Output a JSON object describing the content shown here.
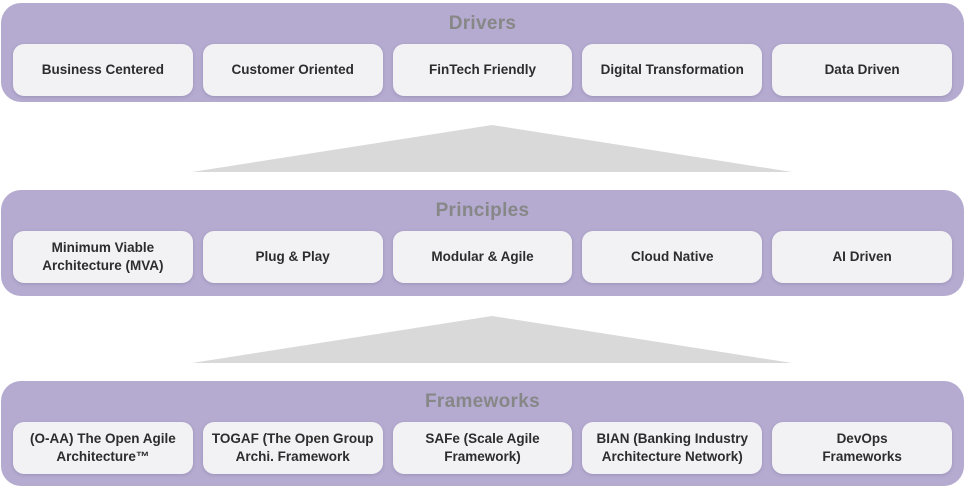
{
  "diagram": {
    "colors": {
      "page_background": "#ffffff",
      "band_background": "#b5abd0",
      "band_title_text": "#878787",
      "chip_background": "#f2f1f4",
      "chip_text": "#2d2d2d",
      "arrow_fill": "#d9d9d9"
    },
    "bands": [
      {
        "title": "Drivers",
        "items": [
          "Business Centered",
          "Customer Oriented",
          "FinTech Friendly",
          "Digital Transformation",
          "Data Driven"
        ]
      },
      {
        "title": "Principles",
        "items": [
          "Minimum Viable Architecture (MVA)",
          "Plug & Play",
          "Modular & Agile",
          "Cloud Native",
          "AI Driven"
        ]
      },
      {
        "title": "Frameworks",
        "items": [
          "(O-AA) The Open Agile Architecture™",
          "TOGAF (The Open Group Archi. Framework",
          "SAFe (Scale Agile Framework)",
          "BIAN (Banking Industry Architecture Network)",
          "DevOps\nFrameworks"
        ]
      }
    ],
    "connectors": [
      {
        "name": "up-arrow-frameworks-to-principles-level-1"
      },
      {
        "name": "up-arrow-frameworks-to-principles-level-2"
      }
    ]
  }
}
